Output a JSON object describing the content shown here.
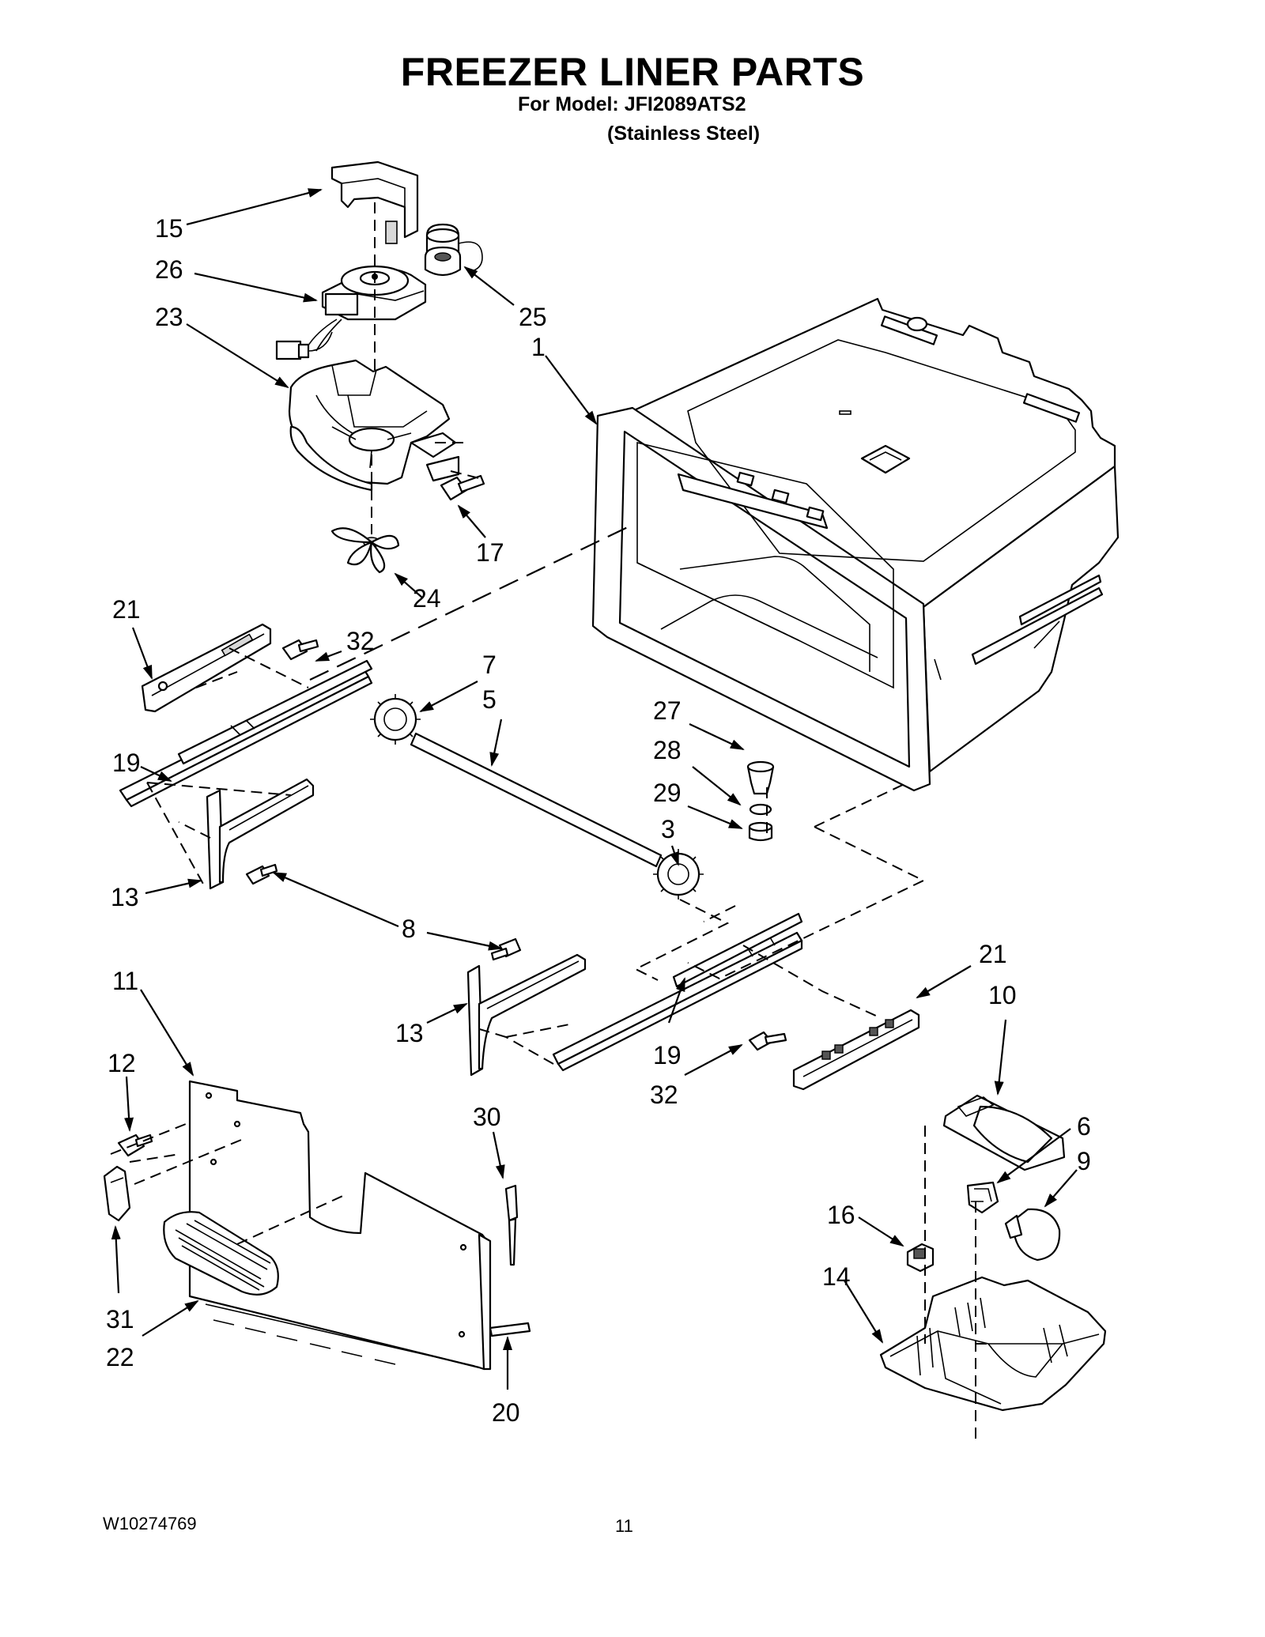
{
  "header": {
    "title": "FREEZER LINER PARTS",
    "model_line": "For Model: JFI2089ATS2",
    "variant": "(Stainless Steel)"
  },
  "footer": {
    "document_number": "W10274769",
    "page_number": "11"
  },
  "callouts": {
    "c15": "15",
    "c26": "26",
    "c23": "23",
    "c25": "25",
    "c1": "1",
    "c17": "17",
    "c24": "24",
    "c21a": "21",
    "c32a": "32",
    "c7": "7",
    "c5": "5",
    "c19a": "19",
    "c27": "27",
    "c28": "28",
    "c29": "29",
    "c3": "3",
    "c13a": "13",
    "c8": "8",
    "c11": "11",
    "c13b": "13",
    "c21b": "21",
    "c10": "10",
    "c19b": "19",
    "c32b": "32",
    "c12": "12",
    "c30": "30",
    "c6": "6",
    "c9": "9",
    "c16": "16",
    "c14": "14",
    "c31": "31",
    "c22": "22",
    "c20": "20"
  }
}
